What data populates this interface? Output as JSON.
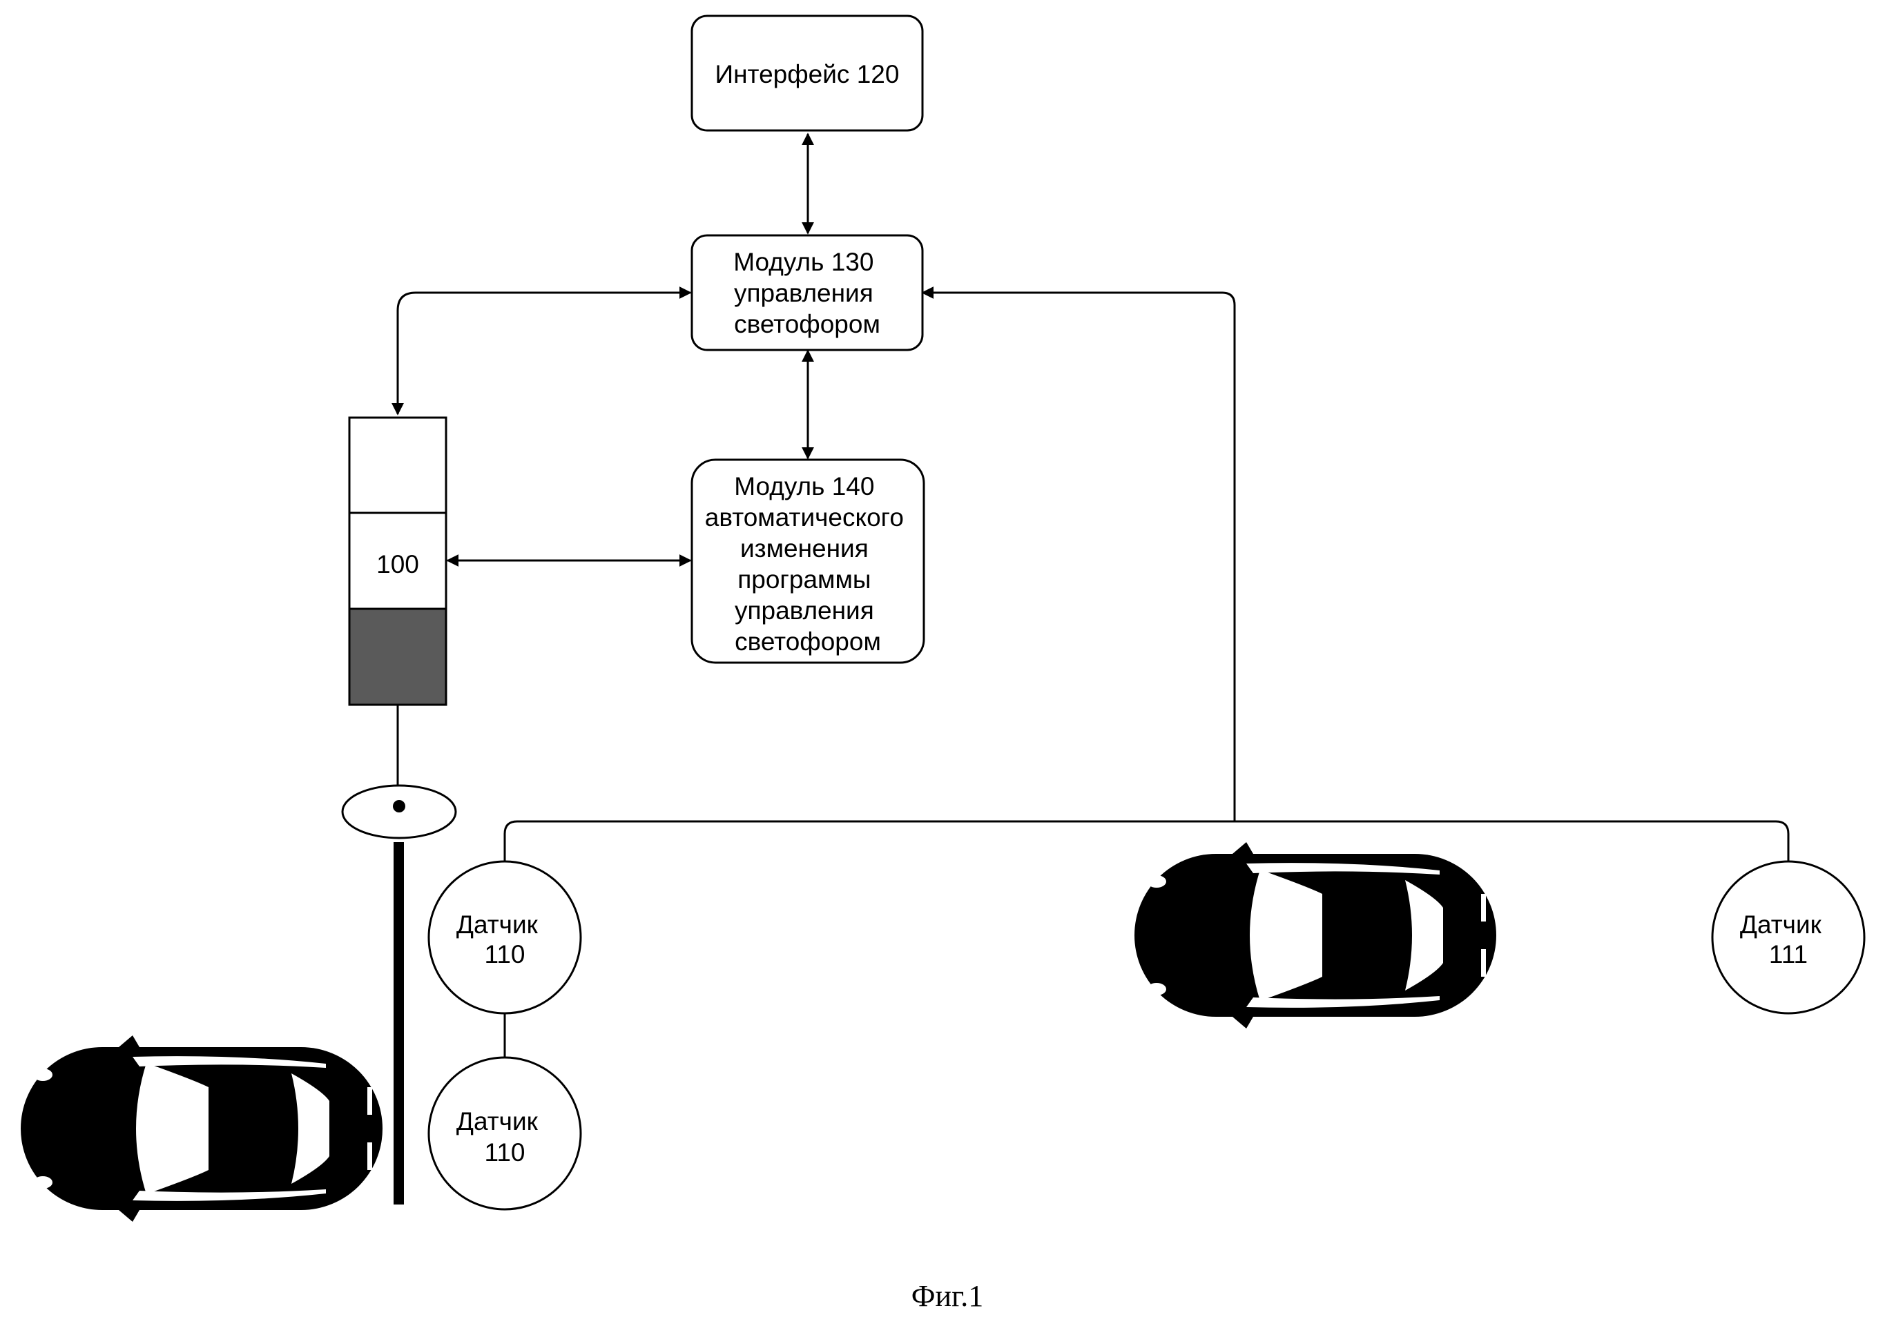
{
  "diagram": {
    "interface": {
      "lines": [
        "Интерфейс 120"
      ]
    },
    "module130": {
      "lines": [
        "Модуль 130",
        "управления",
        "светофором"
      ]
    },
    "module140": {
      "lines": [
        "Модуль 140",
        "автоматического",
        "изменения",
        "программы",
        "управления",
        "светофором"
      ]
    },
    "traffic_light": {
      "label": "100"
    },
    "sensor_110_top": {
      "lines": [
        "Датчик",
        "110"
      ]
    },
    "sensor_110_bottom": {
      "lines": [
        "Датчик",
        "110"
      ]
    },
    "sensor_111": {
      "lines": [
        "Датчик",
        "111"
      ]
    },
    "caption": "Фиг.1"
  },
  "colors": {
    "stroke": "#000000",
    "box_fill": "#ffffff",
    "traffic_light_bottom": "#5a5a5a",
    "car_body": "#000000",
    "car_glass": "#ffffff"
  }
}
